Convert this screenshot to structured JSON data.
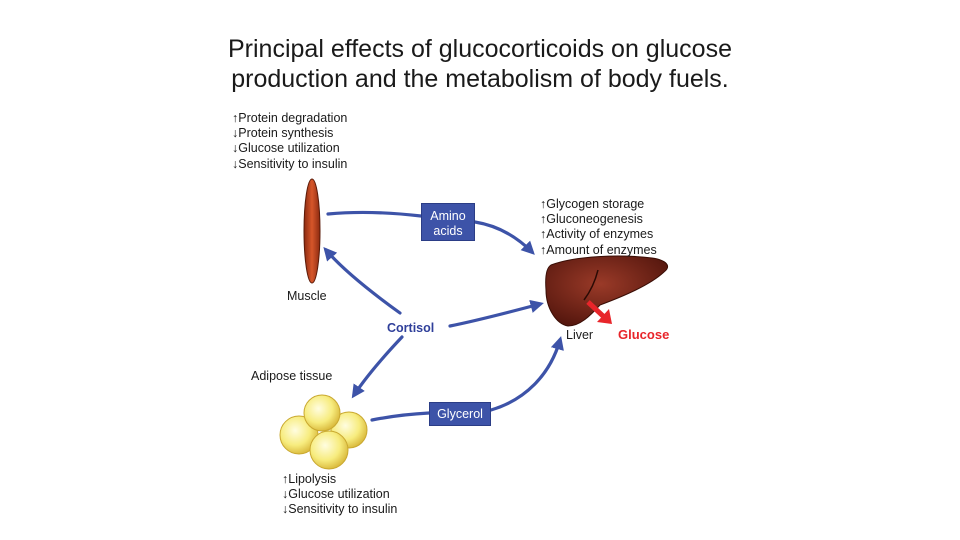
{
  "title": {
    "line1": "Principal effects of glucocorticoids on glucose",
    "line2": "production and the metabolism of body fuels."
  },
  "muscle": {
    "label": "Muscle",
    "effects": [
      "↑Protein degradation",
      "↓Protein synthesis",
      "↓Glucose utilization",
      "↓Sensitivity to insulin"
    ]
  },
  "liver": {
    "label": "Liver",
    "effects": [
      "↑Glycogen storage",
      "↑Gluconeogenesis",
      "↑Activity of enzymes",
      "↑Amount of enzymes"
    ],
    "output": "Glucose"
  },
  "adipose": {
    "label": "Adipose tissue",
    "effects": [
      "↑Lipolysis",
      "↓Glucose utilization",
      "↓Sensitivity to insulin"
    ]
  },
  "hormone": {
    "label": "Cortisol"
  },
  "flows": {
    "amino_acids_line1": "Amino",
    "amino_acids_line2": "acids",
    "glycerol": "Glycerol"
  },
  "colors": {
    "arrow": "#3d53a8",
    "glucose": "#e8252a",
    "muscle": "#c9471f",
    "liver": "#7a2418",
    "fat": "#f5e878"
  },
  "icons": [
    "muscle-icon",
    "liver-icon",
    "fat-cells-icon",
    "red-arrow-icon"
  ]
}
